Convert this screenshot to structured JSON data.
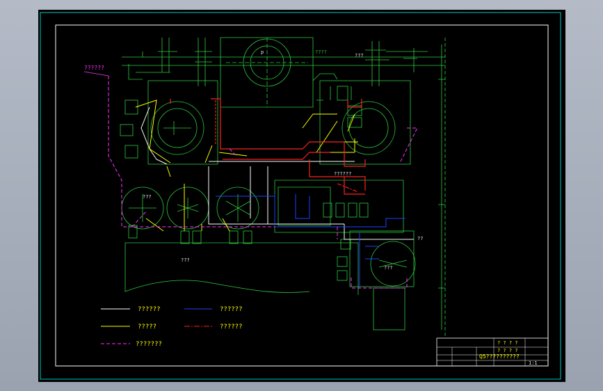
{
  "colors": {
    "background": "#000000",
    "frame": "#00c8c8",
    "border": "#ffffff",
    "equipment": "#2ecc40",
    "pipe_white": "#ffffff",
    "pipe_yellow": "#ffff00",
    "pipe_blue": "#2040ff",
    "pipe_red": "#ff2020",
    "pipe_magenta": "#ff33ff"
  },
  "callout_top_left": "??????",
  "labels": {
    "center_top": "????",
    "right_top": "???",
    "left_circle": "???",
    "fan_circle": "???",
    "left_equipment": "???",
    "small_note": "??????",
    "right_side": "??",
    "dim_mark": "p"
  },
  "legend": [
    {
      "text": "??????",
      "style": "white"
    },
    {
      "text": "??????",
      "style": "blue"
    },
    {
      "text": "?????",
      "style": "yellow"
    },
    {
      "text": "??????",
      "style": "red"
    },
    {
      "text": "???????",
      "style": "magenta"
    }
  ],
  "title_block": {
    "title": "Q5??????????",
    "row1": "? ? ? ?",
    "row2": "? ? ? ?",
    "scale": "1:1"
  }
}
